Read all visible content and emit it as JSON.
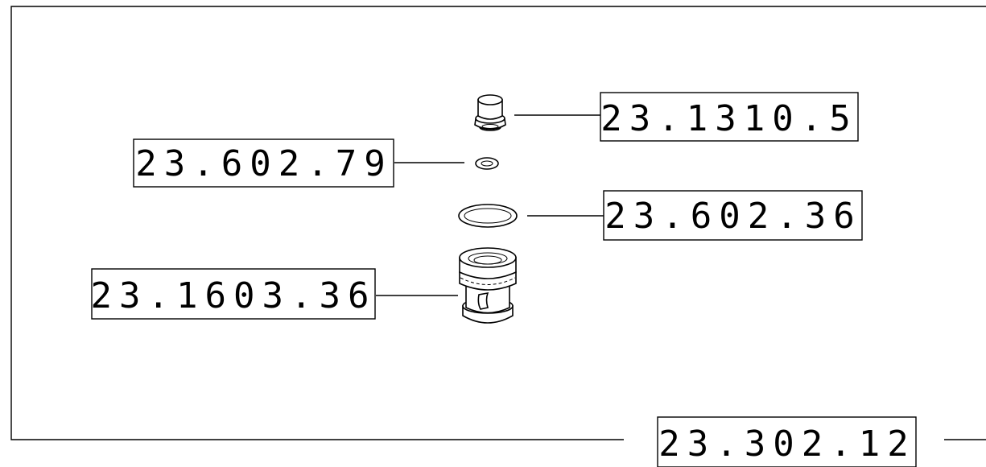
{
  "parts": [
    {
      "id": "23.1310.5"
    },
    {
      "id": "23.602.79"
    },
    {
      "id": "23.602.36"
    },
    {
      "id": "23.1603.36"
    },
    {
      "id": "23.302.12"
    }
  ]
}
